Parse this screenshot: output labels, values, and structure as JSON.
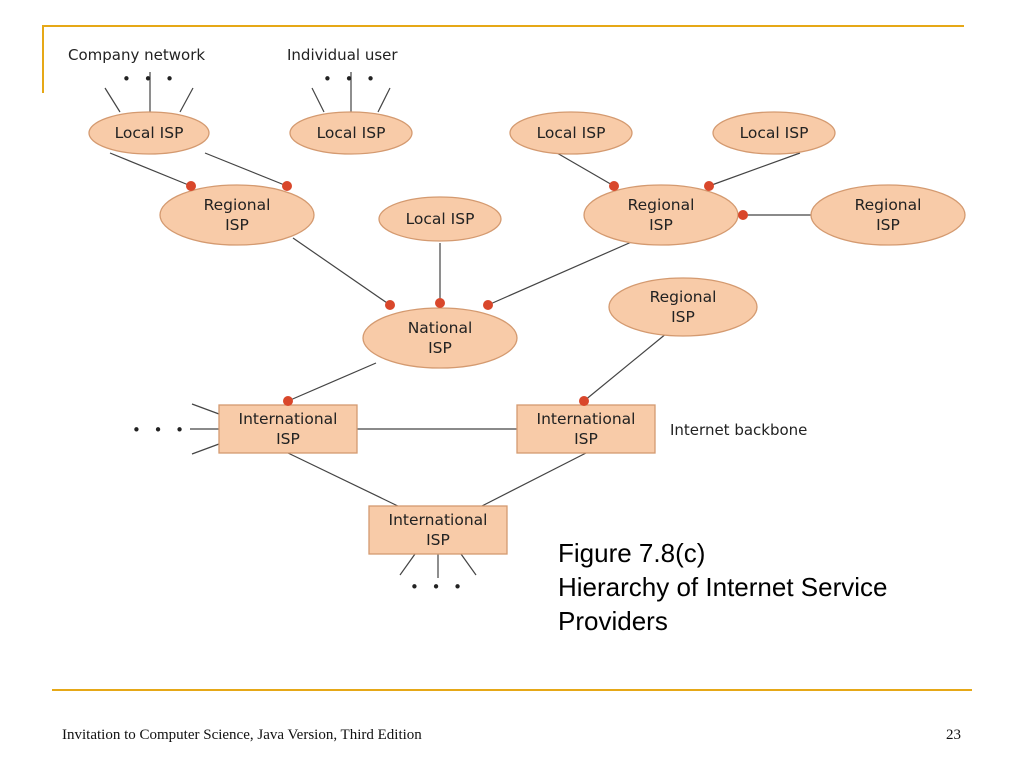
{
  "colors": {
    "accent": "#E6A817",
    "node_fill": "#F8CBA8",
    "node_stroke": "#D49A70",
    "connector": "#D9472B",
    "line": "#444444"
  },
  "diagram": {
    "top_labels": {
      "company_network": "Company network",
      "individual_user": "Individual user"
    },
    "nodes": {
      "local1": [
        "Local ISP"
      ],
      "local2": [
        "Local ISP"
      ],
      "local3": [
        "Local ISP"
      ],
      "local4": [
        "Local ISP"
      ],
      "local5": [
        "Local ISP"
      ],
      "regional1": [
        "Regional",
        "ISP"
      ],
      "regional2": [
        "Regional",
        "ISP"
      ],
      "regional3": [
        "Regional",
        "ISP"
      ],
      "regional4": [
        "Regional",
        "ISP"
      ],
      "national": [
        "National",
        "ISP"
      ],
      "intl1": [
        "International",
        "ISP"
      ],
      "intl2": [
        "International",
        "ISP"
      ],
      "intl3": [
        "International",
        "ISP"
      ]
    },
    "backbone_label": "Internet backbone",
    "ellipsis": "• • •"
  },
  "caption": {
    "line1": "Figure 7.8(c)",
    "line2": "Hierarchy of Internet Service",
    "line3": "Providers"
  },
  "footer": {
    "text": "Invitation to Computer Science, Java Version, Third Edition",
    "page": "23"
  }
}
